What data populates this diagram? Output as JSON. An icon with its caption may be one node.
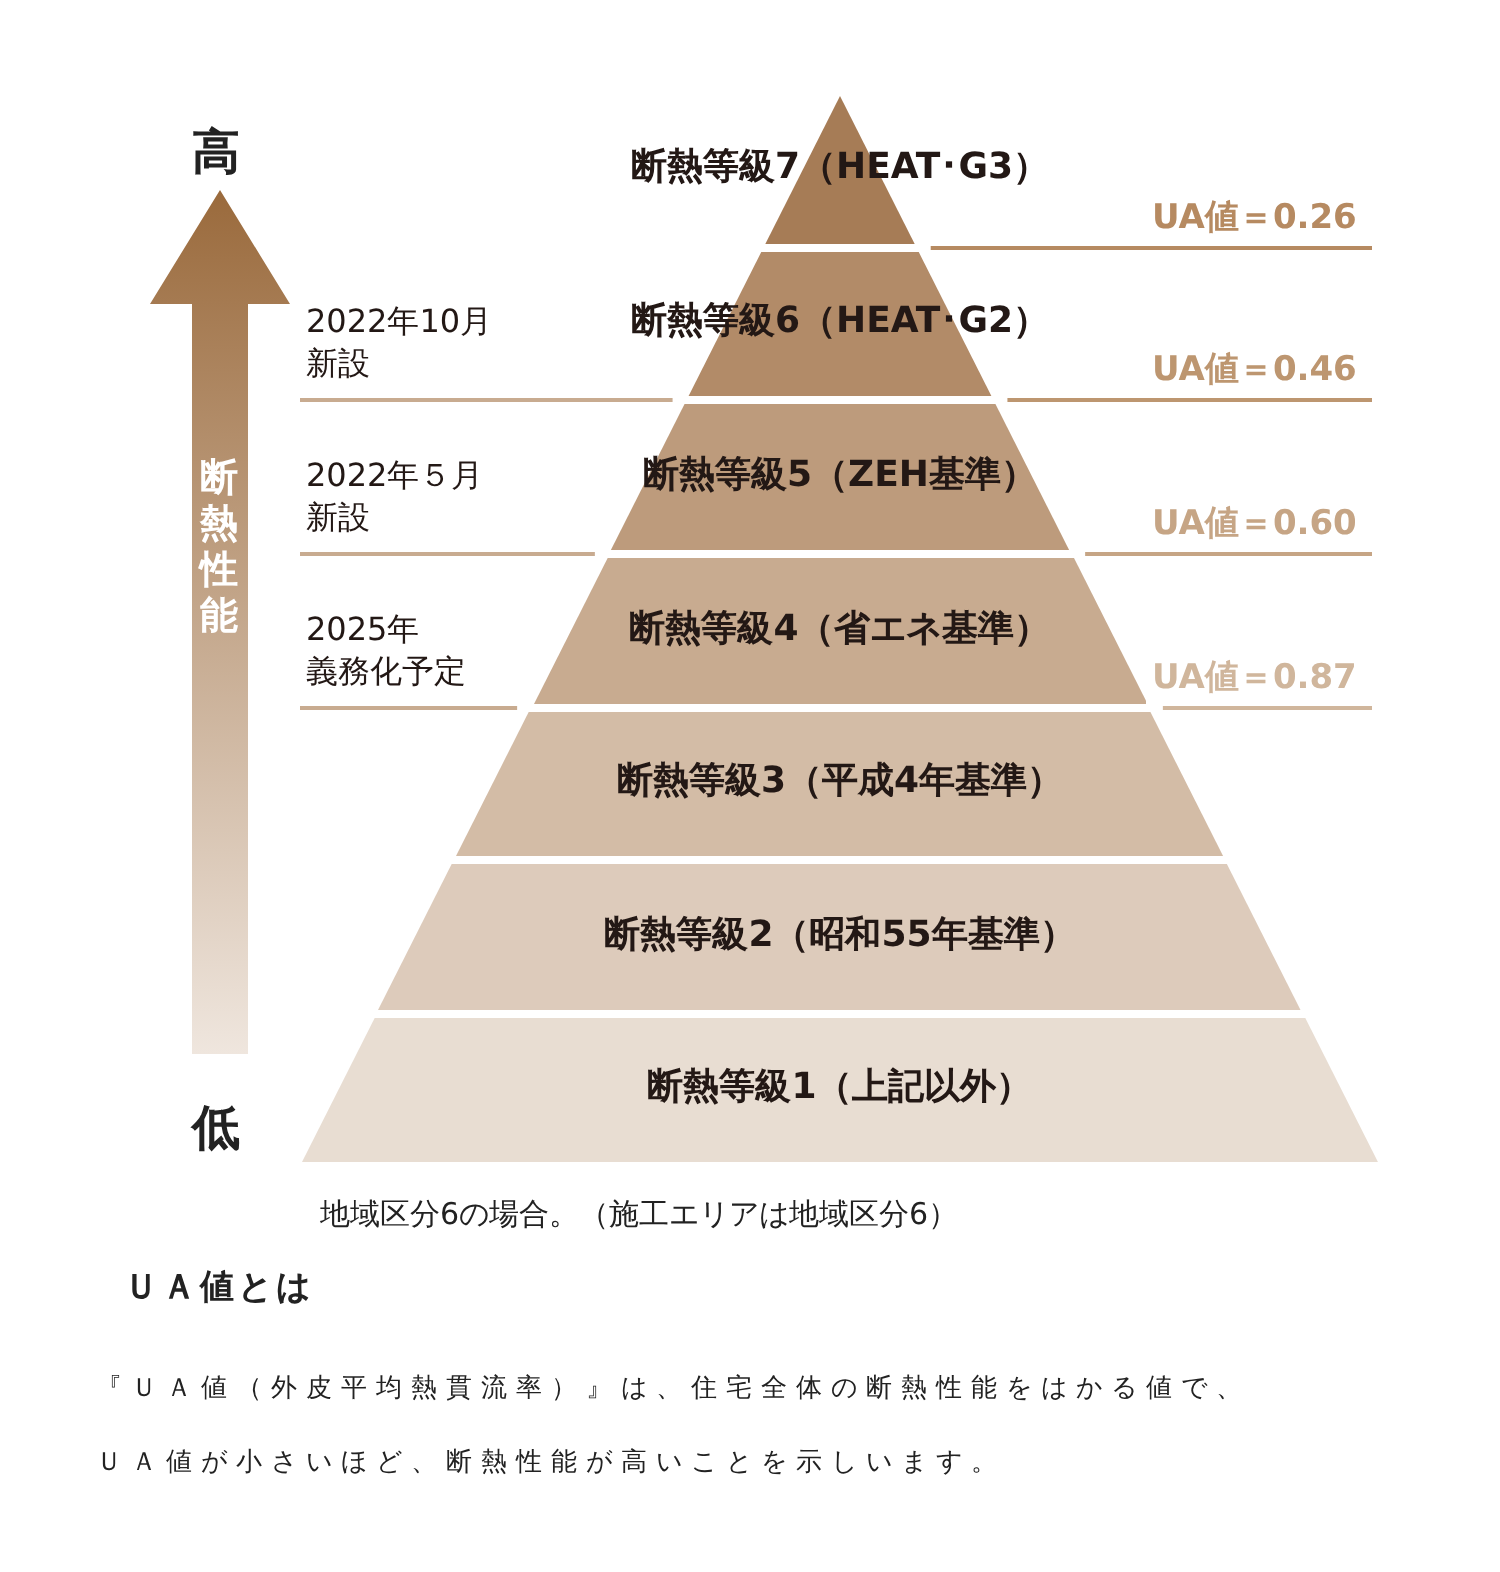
{
  "diagram": {
    "nodes": [
      {
        "text": [
          "断熱等級7（HEAT･G3）"
        ]
      },
      {
        "text": [
          "断熱等級6（HEAT･G2）"
        ]
      },
      {
        "text": [
          "断熱等級5（ZEH基準）"
        ]
      },
      {
        "text": [
          "断熱等級4（省エネ基準）"
        ]
      },
      {
        "text": [
          "断熱等級3（平成4年基準）"
        ]
      },
      {
        "text": [
          "断熱等級2（昭和55年基準）"
        ]
      },
      {
        "text": [
          "断熱等級1（上記以外）"
        ]
      }
    ],
    "edges": [],
    "labels": [
      "高",
      "UA値＝0.26",
      "2022年10月新設",
      "UA値＝0.46",
      "2022年５月新設",
      "UA値＝0.60",
      "2025年義務化予定",
      "UA値＝0.87",
      "断熱性能",
      "低",
      "地域区分6の場合。（施工エリアは地域区分6）",
      "ＵＡ値とは",
      "『ＵＡ値（外皮平均熱貫流率）』は、住宅全体の断熱性能をはかる値で、ＵＡ値が小さいほど、断熱性能が高いことを示しいます。"
    ]
  }
}
